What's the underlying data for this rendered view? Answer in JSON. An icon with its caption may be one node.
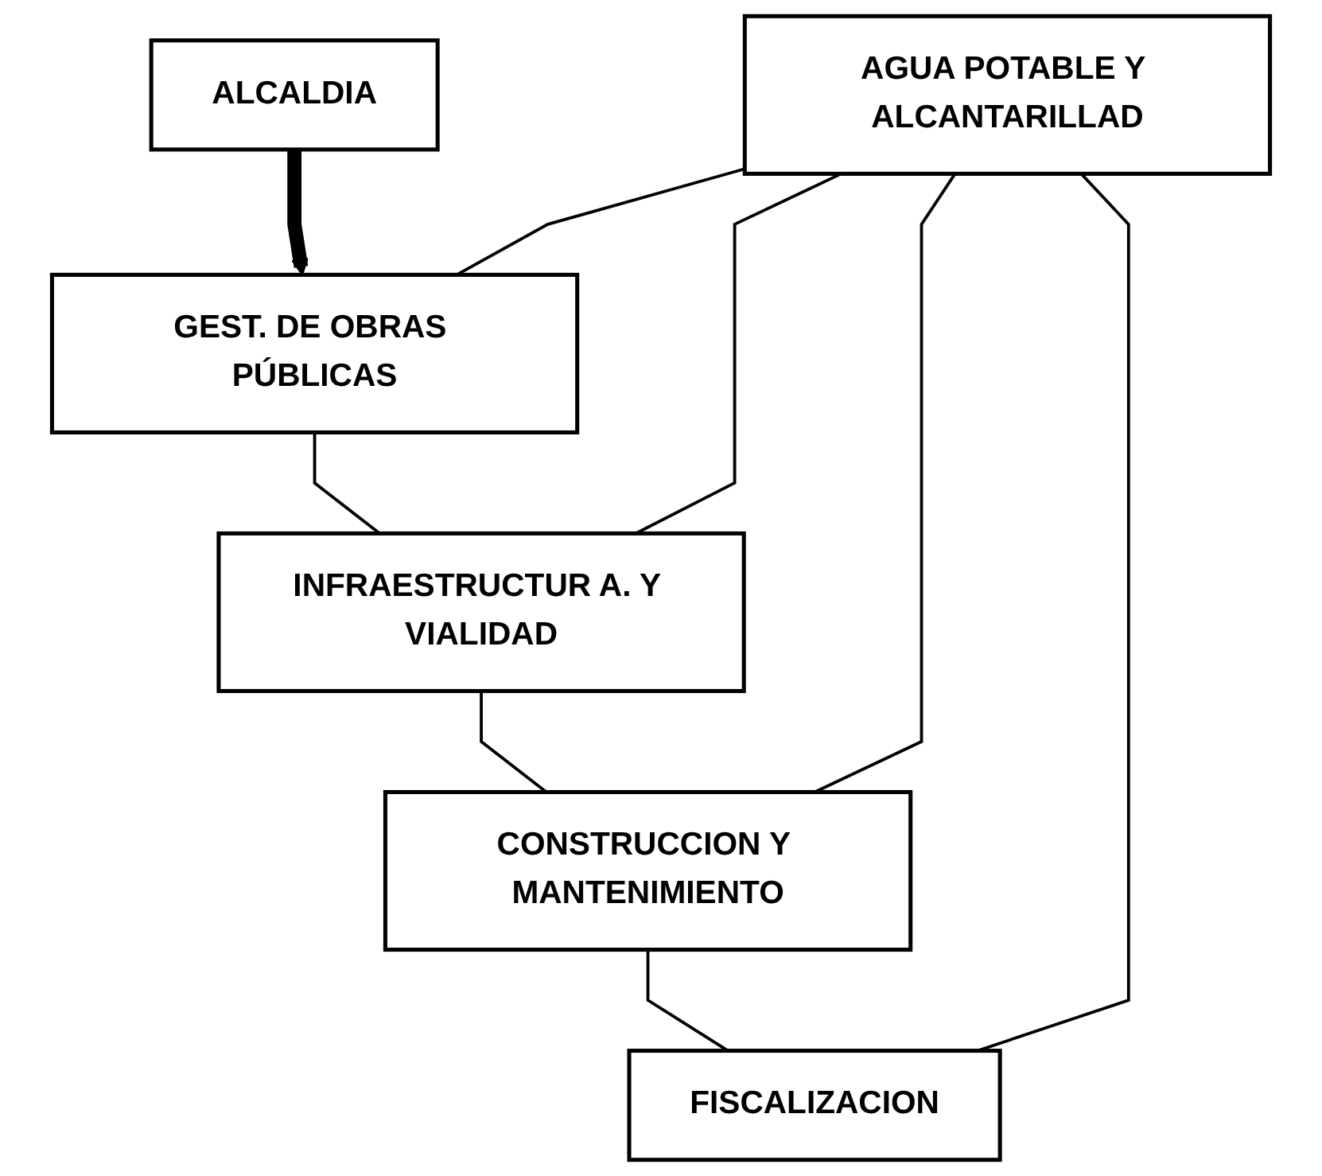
{
  "diagram": {
    "nodes": [
      {
        "text": [
          "ALCALDIA"
        ]
      },
      {
        "text": [
          "GEST. DE OBRAS PÚBLICAS"
        ]
      },
      {
        "text": [
          "AGUA POTABLE Y ALCANTARILLAD"
        ]
      },
      {
        "text": [
          "INFRAESTRUCTUR A. Y VIALIDAD"
        ]
      },
      {
        "text": [
          "CONSTRUCCION Y MANTENIMIENTO"
        ]
      },
      {
        "text": [
          "FISCALIZACION"
        ]
      }
    ],
    "edges": [
      {
        "from": 0,
        "to": 1,
        "arrow": "to",
        "style": "thick"
      },
      {
        "from": 1,
        "to": 3,
        "arrow": "none"
      },
      {
        "from": 3,
        "to": 4,
        "arrow": "none"
      },
      {
        "from": 4,
        "to": 5,
        "arrow": "none"
      },
      {
        "from": 2,
        "to": 1,
        "arrow": "none"
      },
      {
        "from": 2,
        "to": 3,
        "arrow": "none"
      },
      {
        "from": 2,
        "to": 4,
        "arrow": "none"
      },
      {
        "from": 2,
        "to": 5,
        "arrow": "none"
      }
    ]
  }
}
